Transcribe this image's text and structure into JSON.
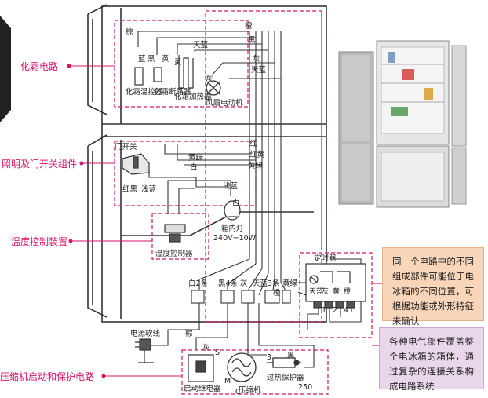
{
  "section_labels": {
    "defrost": "化霜电路",
    "lighting": "照明及门开关组件",
    "temp_control": "温度控制装置",
    "compressor": "压缩机启动和保护电路"
  },
  "notes": {
    "note1": "同一个电路中的不同组成部件可能位于电冰箱的不同位置，可根据功能或外形特征来确认",
    "note2": "各种电气部件覆盖整个电冰箱的箱体，通过复杂的连接关系构成电路系统"
  },
  "components": {
    "defrost_temp_ctrl": "化霜温控器",
    "defrost_breaker": "化霜断路器",
    "defrost_heater": "化霜加热器",
    "fan_motor": "风扇电动机",
    "door_switch": "门开关",
    "lamp": "箱内灯",
    "lamp_rating": "240V~10W",
    "temp_controller": "温度控制器",
    "timer": "定时器",
    "power_cord": "电源软线",
    "start_relay": "启动继电器",
    "compressor": "压缩机",
    "overheat_protector": "过热保护器",
    "protector_value": "250"
  },
  "wire_labels": {
    "cyan": "橙",
    "blue": "蓝",
    "black": "黑",
    "yellow": "黄",
    "sky_blue": "天蓝",
    "gray": "灰",
    "red": "红",
    "red_yellow": "红黄",
    "yellow_green": "黄绿",
    "white": "白",
    "light_blue": "浅蓝",
    "brown": "棕",
    "red_black": "红黑",
    "top_labels": [
      "棕",
      "橙",
      "黑",
      "灰",
      "天蓝"
    ],
    "timer_labels": [
      "天蓝",
      "灰",
      "黄",
      "橙"
    ],
    "connector_labels": [
      "白2条",
      "黑4条",
      "灰",
      "天蓝3条",
      "橙",
      "黄绿"
    ],
    "pins": [
      "1",
      "2",
      "3",
      "4"
    ],
    "relay_pins": [
      "S",
      "M",
      "C"
    ]
  },
  "colors": {
    "accent": "#d6146a",
    "wire": "#333333",
    "note1_bg": "#f9d5b9",
    "note2_bg": "#e9d6ea"
  }
}
